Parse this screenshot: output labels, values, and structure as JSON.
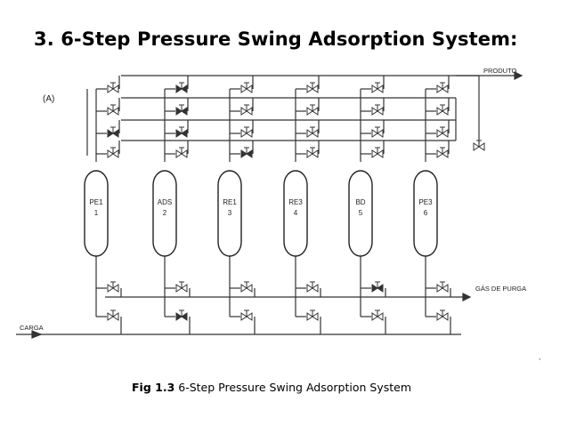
{
  "slide": {
    "title": "3.  6-Step Pressure Swing Adsorption System:"
  },
  "diagram": {
    "panel_label": "(A)",
    "produto_label": "PRODUTO",
    "purga_label": "GÁS DE PURGA",
    "carga_label": "CARGA",
    "columns": [
      {
        "line1": "PE1",
        "line2": "1"
      },
      {
        "line1": "ADS",
        "line2": "2"
      },
      {
        "line1": "RE1",
        "line2": "3"
      },
      {
        "line1": "RE3",
        "line2": "4"
      },
      {
        "line1": "BD",
        "line2": "5"
      },
      {
        "line1": "PE3",
        "line2": "6"
      }
    ],
    "open_valve_columns": [
      1,
      2,
      3,
      4,
      5,
      6
    ],
    "corner_mark": ","
  },
  "caption": {
    "label": "Fig 1.3",
    "text": " 6-Step Pressure Swing Adsorption System"
  }
}
